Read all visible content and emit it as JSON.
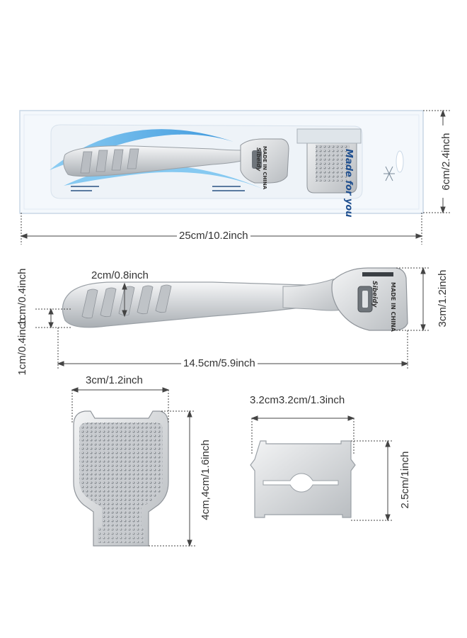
{
  "package": {
    "brand_text": "Made for you",
    "stamp_text": "MADE IN CHINA",
    "logo_text": "Sibeidy",
    "dimension_width": "25cm/10.2inch",
    "dimension_height": "6cm/2.4inch"
  },
  "tool": {
    "stamp_text": "MADE IN CHINA",
    "logo_text": "Sibeidy",
    "dimension_handle_width": "2cm/0.8inch",
    "dimension_thickness": "1cm/0.4inch",
    "dimension_length": "14.5cm/5.9inch",
    "dimension_head_height": "3cm/1.2inch"
  },
  "grater_head": {
    "dimension_width": "3cm/1.2inch",
    "dimension_height": "4cm,4cm/1.6inch"
  },
  "blade": {
    "dimension_width": "3.2cm3.2cm/1.3inch",
    "dimension_height": "2.5cm/1inch"
  },
  "colors": {
    "package_bg": "#f4f8fc",
    "package_border": "#c9d7e6",
    "swoosh_blue": "#2f9fe0",
    "metal_light": "#e6e8ea",
    "metal_dark": "#9aa0a6",
    "dim_line": "#444444"
  }
}
